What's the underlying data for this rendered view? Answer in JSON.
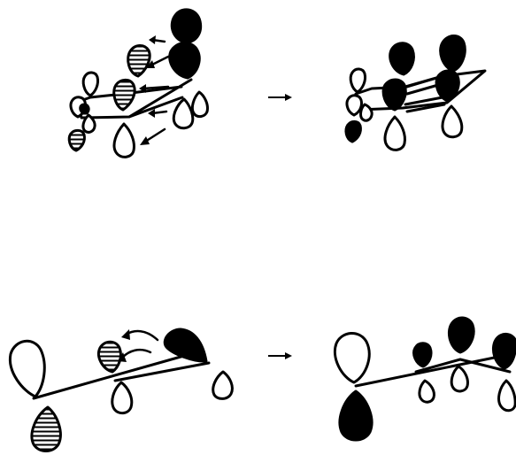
{
  "figure": {
    "background": "#ffffff",
    "ink_color": "#000000",
    "lobe_fills": [
      "open",
      "hatched",
      "filled"
    ],
    "rows": [
      {
        "name": "top-reaction",
        "left_panel": "orbital-interaction-before",
        "arrow": "reaction-arrow",
        "right_panel": "orbital-interaction-after"
      },
      {
        "name": "bottom-reaction",
        "left_panel": "orbital-interaction-before",
        "arrow": "reaction-arrow",
        "right_panel": "orbital-interaction-after"
      }
    ]
  }
}
